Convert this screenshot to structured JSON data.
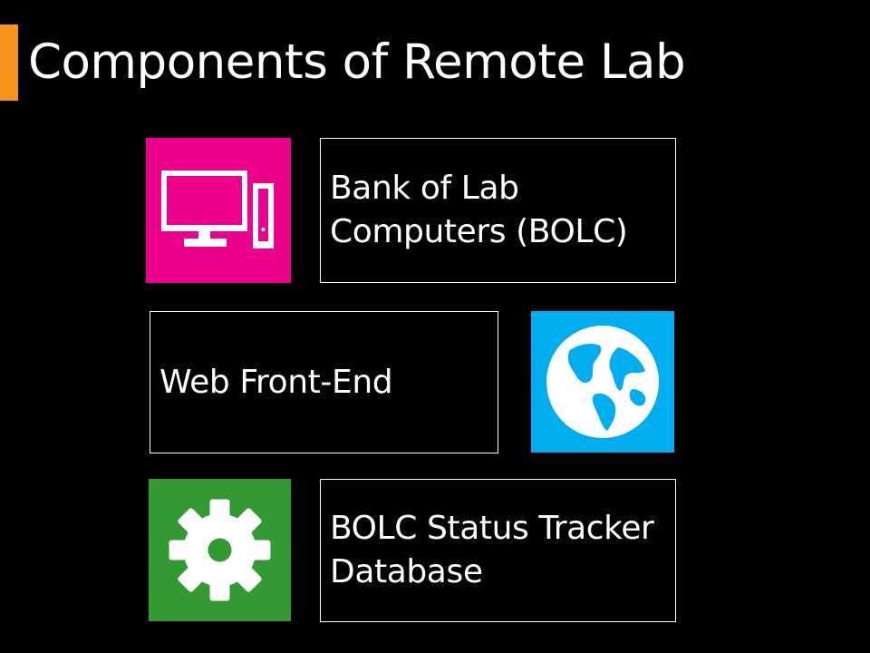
{
  "slide": {
    "title": "Components of Remote Lab"
  },
  "colors": {
    "background": "#000000",
    "accent": "#f7941d",
    "computers_tile": "#ec008c",
    "web_tile": "#00aeef",
    "database_tile": "#339933"
  },
  "components": [
    {
      "label": "Bank of Lab\nComputers (BOLC)",
      "icon": "desktop-computer-icon"
    },
    {
      "label": "Web Front-End",
      "icon": "globe-icon"
    },
    {
      "label": "BOLC Status Tracker\nDatabase",
      "icon": "gear-icon"
    }
  ]
}
